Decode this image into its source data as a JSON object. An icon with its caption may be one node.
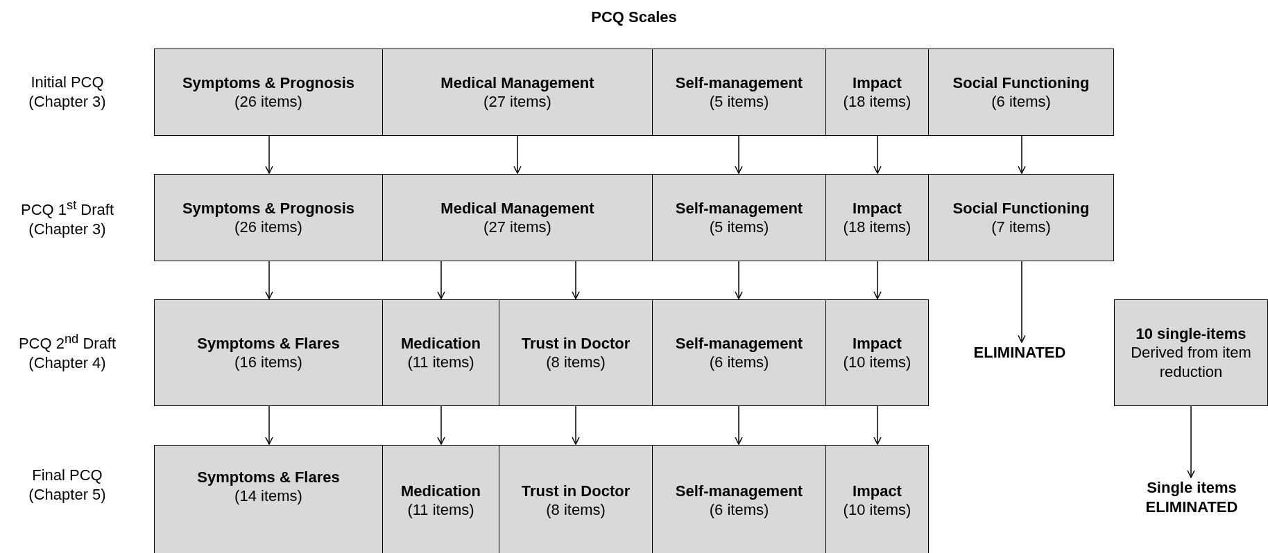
{
  "diagram": {
    "title": "PCQ Scales",
    "nodes": [
      {
        "text": [
          "Symptoms & Prognosis",
          "(26 items)"
        ]
      },
      {
        "text": [
          "Medical Management",
          "(27 items)"
        ]
      },
      {
        "text": [
          "Self-management",
          "(5 items)"
        ]
      },
      {
        "text": [
          "Impact",
          "(18 items)"
        ]
      },
      {
        "text": [
          "Social Functioning",
          "(6 items)"
        ]
      },
      {
        "text": [
          "Symptoms & Prognosis",
          "(26 items)"
        ]
      },
      {
        "text": [
          "Medical Management",
          "(27 items)"
        ]
      },
      {
        "text": [
          "Self-management",
          "(5 items)"
        ]
      },
      {
        "text": [
          "Impact",
          "(18 items)"
        ]
      },
      {
        "text": [
          "Social Functioning",
          "(7 items)"
        ]
      },
      {
        "text": [
          "Symptoms & Flares",
          "(16 items)"
        ]
      },
      {
        "text": [
          "Medication",
          "(11 items)"
        ]
      },
      {
        "text": [
          "Trust in Doctor",
          "(8 items)"
        ]
      },
      {
        "text": [
          "Self-management",
          "(6 items)"
        ]
      },
      {
        "text": [
          "Impact",
          "(10 items)"
        ]
      },
      {
        "text": [
          "ELIMINATED"
        ]
      },
      {
        "text": [
          "10 single-items",
          "Derived from item reduction"
        ]
      },
      {
        "text": [
          "Symptoms & Flares",
          "(14 items)"
        ]
      },
      {
        "text": [
          "Medication",
          "(11 items)"
        ]
      },
      {
        "text": [
          "Trust in Doctor",
          "(8 items)"
        ]
      },
      {
        "text": [
          "Self-management",
          "(6 items)"
        ]
      },
      {
        "text": [
          "Impact",
          "(10 items)"
        ]
      },
      {
        "text": [
          "Single items ELIMINATED"
        ]
      }
    ],
    "edges": [
      {
        "from": 0,
        "to": 5,
        "arrow": "to"
      },
      {
        "from": 1,
        "to": 6,
        "arrow": "to"
      },
      {
        "from": 2,
        "to": 7,
        "arrow": "to"
      },
      {
        "from": 3,
        "to": 8,
        "arrow": "to"
      },
      {
        "from": 4,
        "to": 9,
        "arrow": "to"
      },
      {
        "from": 5,
        "to": 10,
        "arrow": "to"
      },
      {
        "from": 6,
        "to": 11,
        "arrow": "to"
      },
      {
        "from": 6,
        "to": 12,
        "arrow": "to"
      },
      {
        "from": 7,
        "to": 13,
        "arrow": "to"
      },
      {
        "from": 8,
        "to": 14,
        "arrow": "to"
      },
      {
        "from": 9,
        "to": 15,
        "arrow": "to"
      },
      {
        "from": 10,
        "to": 17,
        "arrow": "to"
      },
      {
        "from": 11,
        "to": 18,
        "arrow": "to"
      },
      {
        "from": 12,
        "to": 19,
        "arrow": "to"
      },
      {
        "from": 13,
        "to": 20,
        "arrow": "to"
      },
      {
        "from": 14,
        "to": 21,
        "arrow": "to"
      },
      {
        "from": 16,
        "to": 22,
        "arrow": "to"
      }
    ],
    "labels": [
      "Initial PCQ (Chapter 3)",
      "PCQ 1$^{st}$ Draft (Chapter 3)",
      "PCQ 2$^{nd}$ Draft (Chapter 4)",
      "Final PCQ (Chapter 5)"
    ]
  }
}
